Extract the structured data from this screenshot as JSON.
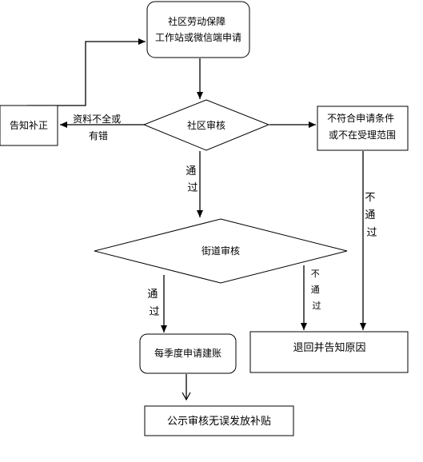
{
  "nodes": {
    "apply": {
      "lines": [
        "社区劳动保障",
        "工作站或微信端申请"
      ]
    },
    "community_review": {
      "lines": [
        "社区审核"
      ]
    },
    "notify_fix": {
      "lines": [
        "告知补正"
      ]
    },
    "not_eligible": {
      "lines": [
        "不符合申请条件",
        "或不在受理范围"
      ]
    },
    "street_review": {
      "lines": [
        "街道审核"
      ]
    },
    "quarterly_account": {
      "lines": [
        "每季度申请建账"
      ]
    },
    "return_notify": {
      "lines": [
        "退回并告知原因"
      ]
    },
    "public_subsidy": {
      "lines": [
        "公示审核无误发放补贴"
      ]
    }
  },
  "edges": {
    "incomplete": {
      "lines": [
        "资料不全或",
        "有错"
      ]
    },
    "pass_1": {
      "lines": [
        "通",
        "过"
      ]
    },
    "fail_1": {
      "lines": [
        "不",
        "通",
        "过"
      ]
    },
    "pass_2": {
      "lines": [
        "通",
        "过"
      ]
    },
    "fail_2": {
      "lines": [
        "不",
        "通",
        "过"
      ]
    }
  }
}
